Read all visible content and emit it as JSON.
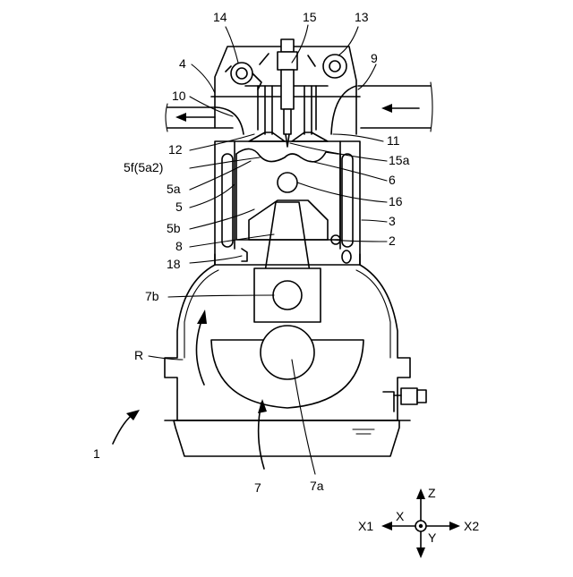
{
  "labels": {
    "l14": "14",
    "l15": "15",
    "l13": "13",
    "l4": "4",
    "l9": "9",
    "l10": "10",
    "l12": "12",
    "l11": "11",
    "l5f": "5f(5a2)",
    "l15a": "15a",
    "l5a": "5a",
    "l6": "6",
    "l5": "5",
    "l16": "16",
    "l5b": "5b",
    "l3": "3",
    "l8": "8",
    "l2": "2",
    "l18": "18",
    "l7b": "7b",
    "lR": "R",
    "l1": "1",
    "l7": "7",
    "l7a": "7a"
  },
  "axes": {
    "z": "Z",
    "x": "X",
    "x1": "X1",
    "x2": "X2",
    "y": "Y"
  }
}
